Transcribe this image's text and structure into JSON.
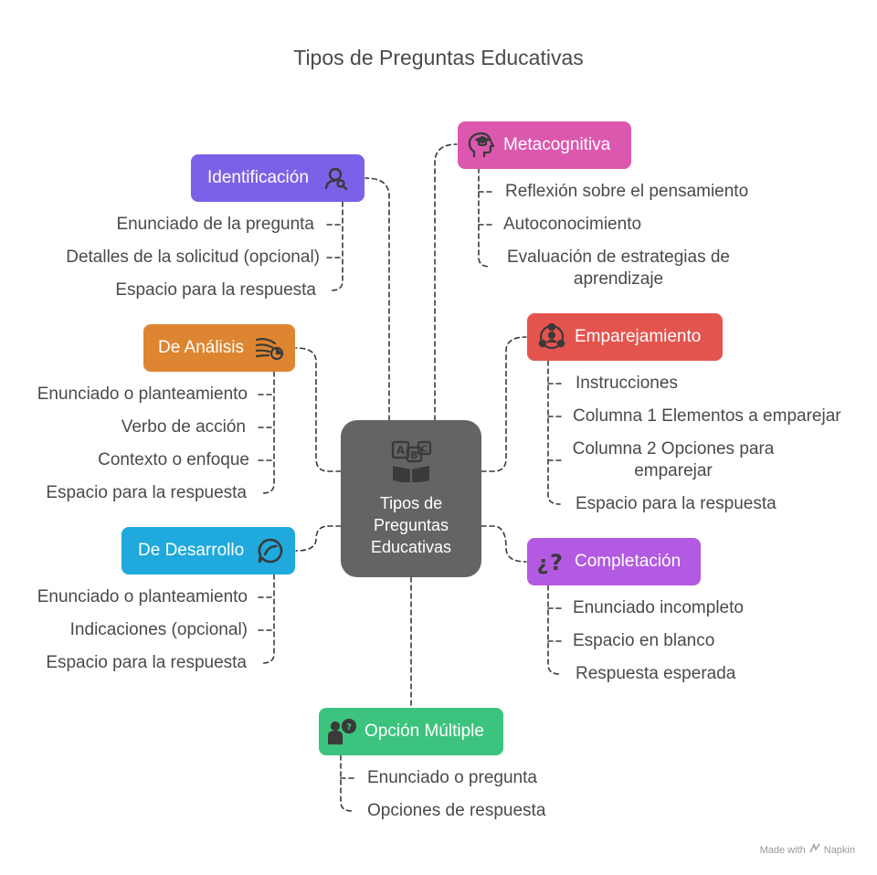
{
  "title": "Tipos de Preguntas Educativas",
  "center": {
    "label": "Tipos de Preguntas Educativas",
    "icon": "alphabet-book-icon",
    "color": "#646464"
  },
  "branches": [
    {
      "id": "identificacion",
      "label": "Identificación",
      "color": "#7B61E8",
      "icon": "person-search-icon",
      "items": [
        "Enunciado de la pregunta",
        "Detalles de la solicitud (opcional)",
        "Espacio para la respuesta"
      ]
    },
    {
      "id": "analisis",
      "label": "De Análisis",
      "color": "#DD8530",
      "icon": "data-analysis-icon",
      "items": [
        "Enunciado o planteamiento",
        "Verbo de acción",
        "Contexto o enfoque",
        "Espacio para la respuesta"
      ]
    },
    {
      "id": "desarrollo",
      "label": "De Desarrollo",
      "color": "#1FA9DC",
      "icon": "chat-bubble-icon",
      "items": [
        "Enunciado o planteamiento",
        "Indicaciones (opcional)",
        "Espacio para la respuesta"
      ]
    },
    {
      "id": "opcion",
      "label": "Opción Múltiple",
      "color": "#3CC47E",
      "icon": "person-question-icon",
      "items": [
        "Enunciado o pregunta",
        "Opciones de respuesta"
      ]
    },
    {
      "id": "completacion",
      "label": "Completación",
      "color": "#B35AE2",
      "icon": "question-marks-icon",
      "items": [
        "Enunciado incompleto",
        "Espacio en blanco",
        "Respuesta esperada"
      ]
    },
    {
      "id": "emparejamiento",
      "label": "Emparejamiento",
      "color": "#E4544F",
      "icon": "people-connect-icon",
      "items": [
        "Instrucciones",
        "Columna 1 Elementos a emparejar",
        "Columna 2 Opciones para emparejar",
        "Espacio para la respuesta"
      ]
    },
    {
      "id": "metacognitiva",
      "label": "Metacognitiva",
      "color": "#DC58AE",
      "icon": "head-graduation-icon",
      "items": [
        "Reflexión sobre el pensamiento",
        "Autoconocimiento",
        "Evaluación de estrategias de aprendizaje"
      ]
    }
  ],
  "footer": {
    "text": "Made with",
    "brand": "Napkin"
  }
}
